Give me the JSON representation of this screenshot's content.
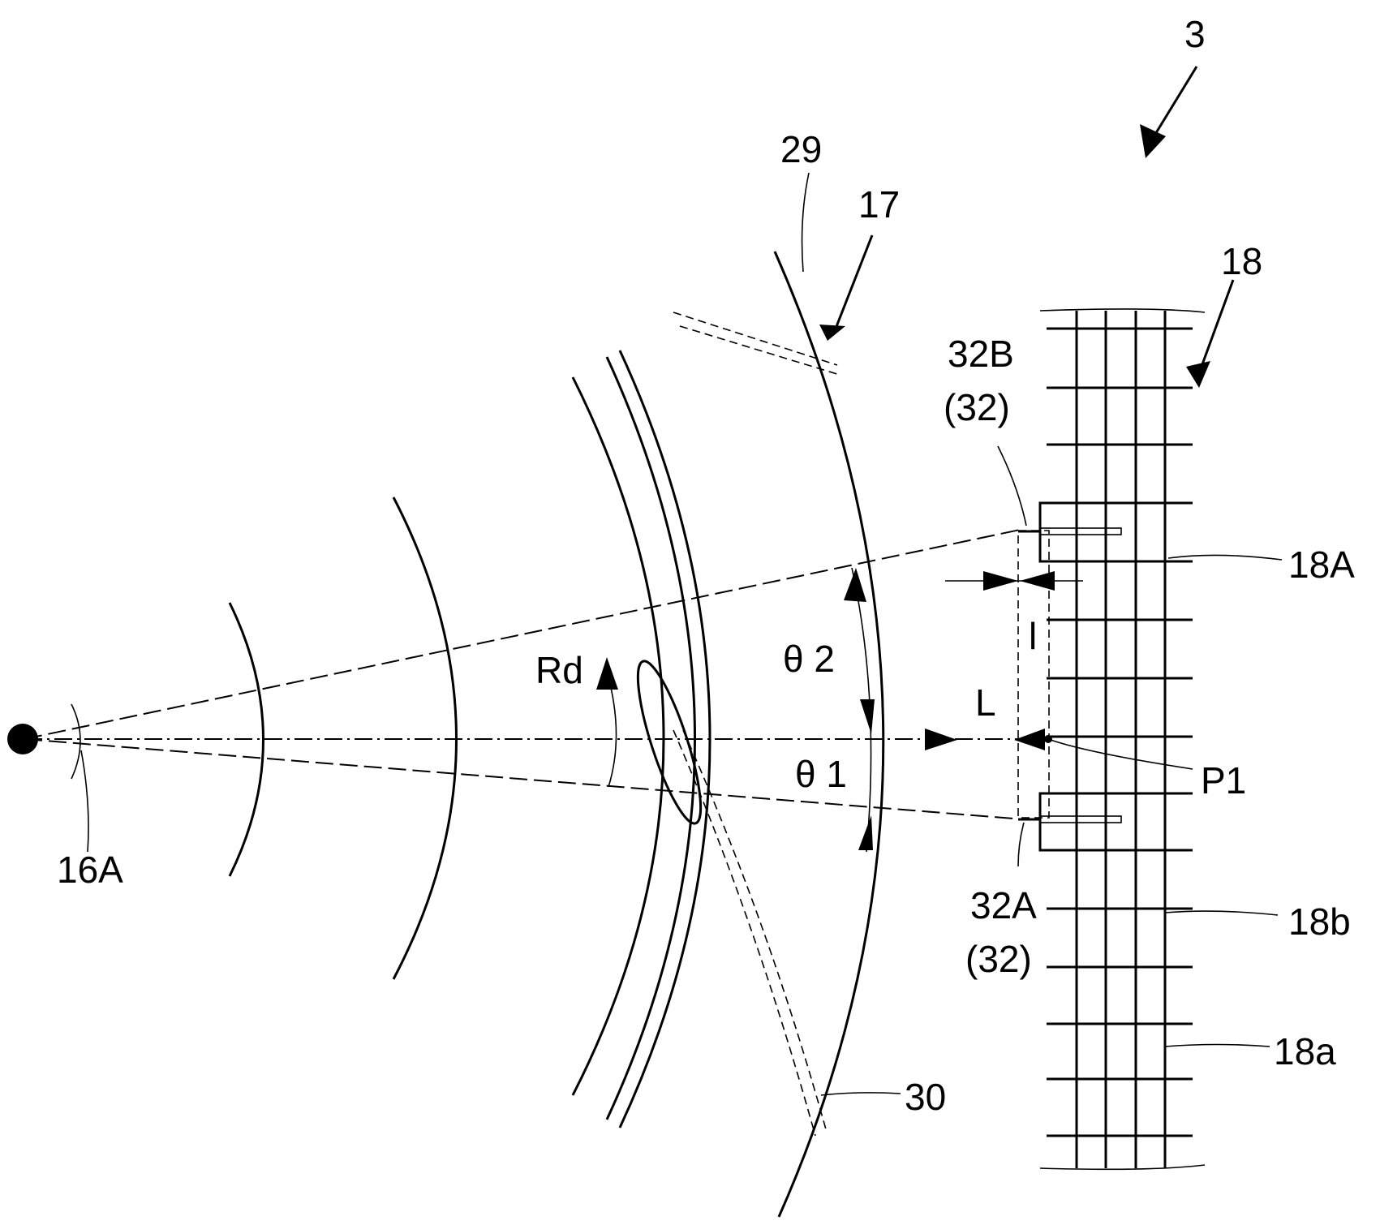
{
  "figure": {
    "ref": "3",
    "labels": {
      "l29": "29",
      "l17": "17",
      "l18": "18",
      "l32B": "32B",
      "l32B_paren": "(32)",
      "l32A": "32A",
      "l32A_paren": "(32)",
      "l18A": "18A",
      "l18b": "18b",
      "l18a": "18a",
      "l16A": "16A",
      "lRd": "Rd",
      "lTheta2": "θ 2",
      "lTheta1": "θ 1",
      "lL": "L",
      "l_small": "l",
      "lP1": "P1",
      "l30": "30"
    }
  }
}
